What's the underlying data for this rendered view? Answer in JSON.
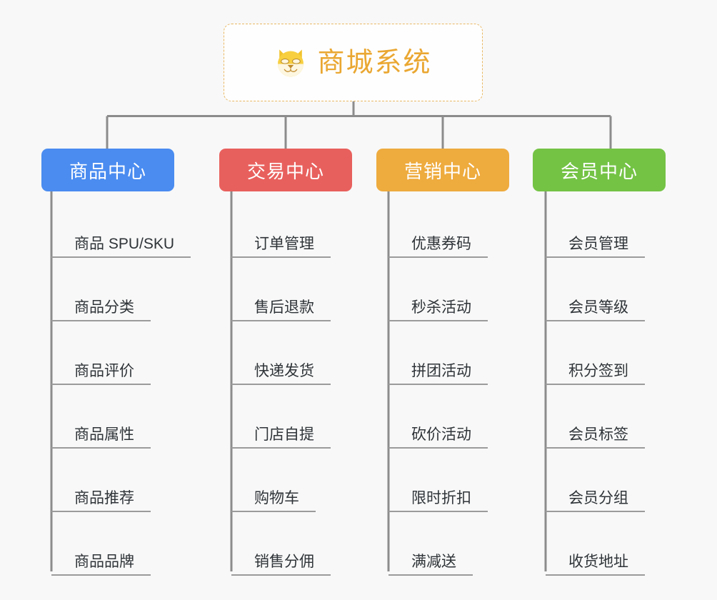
{
  "diagram": {
    "title": "商城系统",
    "type": "org-chart",
    "background_color": "#f8f8f8",
    "line_color": "#8c8c8c"
  },
  "root": {
    "label": "商城系统",
    "icon": "shiba-dog-emoji",
    "text_color": "#eaa731",
    "border_color": "#e9b863",
    "background_color": "#fefefe"
  },
  "columns": [
    {
      "header": "商品中心",
      "color": "#4a8cf0",
      "items": [
        "商品 SPU/SKU",
        "商品分类",
        "商品评价",
        "商品属性",
        "商品推荐",
        "商品品牌"
      ]
    },
    {
      "header": "交易中心",
      "color": "#e8605d",
      "items": [
        "订单管理",
        "售后退款",
        "快递发货",
        "门店自提",
        "购物车",
        "销售分佣"
      ]
    },
    {
      "header": "营销中心",
      "color": "#eeab3e",
      "items": [
        "优惠券码",
        "秒杀活动",
        "拼团活动",
        "砍价活动",
        "限时折扣",
        "满减送"
      ]
    },
    {
      "header": "会员中心",
      "color": "#74c345",
      "items": [
        "会员管理",
        "会员等级",
        "积分签到",
        "会员标签",
        "会员分组",
        "收货地址"
      ]
    }
  ]
}
